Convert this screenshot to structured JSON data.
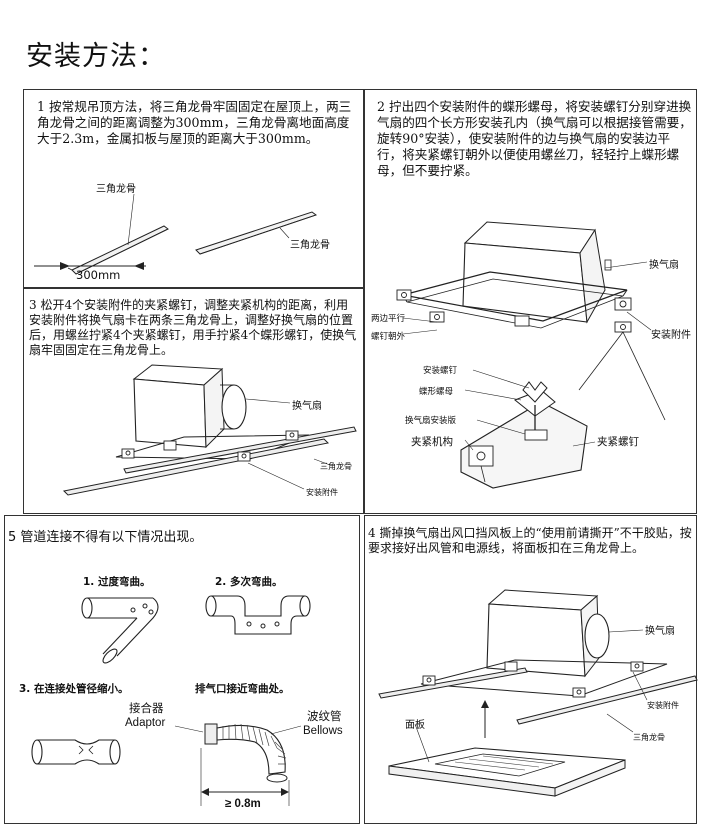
{
  "page_title": "安装方法：",
  "step1": {
    "text": "1 按常规吊顶方法，将三角龙骨牢固固定在屋顶上，两三角龙骨之间的距离调整为300mm，三角龙骨离地面高度大于2.3m，金属扣板与屋顶的距离大于300mm。",
    "label_keel_a": "三角龙骨",
    "label_keel_b": "三角龙骨",
    "dimension": "300mm"
  },
  "step2": {
    "text": "2 拧出四个安装附件的蝶形螺母，将安装螺钉分别穿进换气扇的四个长方形安装孔内（换气扇可以根据接管需要，旋转90°安装），使安装附件的边与换气扇的安装边平行，将夹紧螺钉朝外以便使用螺丝刀，轻轻拧上蝶形螺母，但不要拧紧。",
    "label_fan": "换气扇",
    "label_parallel": "两边平行",
    "label_screw_out": "螺钉朝外",
    "label_attachment": "安装附件",
    "label_install_screw": "安装螺钉",
    "label_wing_nut": "蝶形螺母",
    "label_mount_plate": "换气扇安装版",
    "label_clamp": "夹紧机构",
    "label_clamp_screw": "夹紧螺钉"
  },
  "step3": {
    "text": "3 松开4个安装附件的夹紧螺钉，调整夹紧机构的距离，利用安装附件将换气扇卡在两条三角龙骨上，调整好换气扇的位置后，用螺丝拧紧4个夹紧螺钉，用手拧紧4个蝶形螺钉，使换气扇牢固固定在三角龙骨上。",
    "label_fan": "换气扇",
    "label_keel": "三角龙骨",
    "label_attachment": "安装附件"
  },
  "step4": {
    "text": "4 撕掉换气扇出风口挡风板上的“使用前请撕开”不干胶贴，按要求接好出风管和电源线，将面板扣在三角龙骨上。",
    "label_fan": "换气扇",
    "label_attachment": "安装附件",
    "label_keel": "三角龙骨",
    "label_panel": "面板"
  },
  "step5": {
    "text": "5 管道连接不得有以下情况出现。",
    "case1": "1. 过度弯曲。",
    "case2": "2. 多次弯曲。",
    "case3": "3. 在连接处管径缩小。",
    "case4": "排气口接近弯曲处。",
    "adaptor_cn": "接合器",
    "adaptor_en": "Adaptor",
    "bellows_cn": "波纹管",
    "bellows_en": "Bellows",
    "length": "≥ 0.8m"
  }
}
